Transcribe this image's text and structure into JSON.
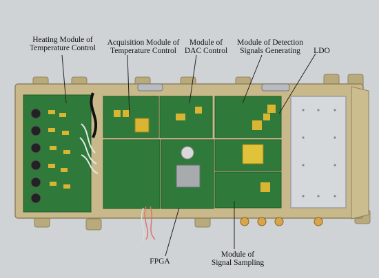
{
  "annotations": {
    "heating_module": {
      "line1": "Heating Module of",
      "line2": "Temperature Control"
    },
    "acquisition_module": {
      "line1": "Acquisition Module of",
      "line2": "Temperature Control"
    },
    "dac_module": {
      "line1": "Module of",
      "line2": "DAC Control"
    },
    "detection_module": {
      "line1": "Module of  Detection",
      "line2": "Signals Generating"
    },
    "ldo": {
      "text": "LDO"
    },
    "fpga": {
      "text": "FPGA"
    },
    "sampling_module": {
      "line1": "Module of",
      "line2": "Signal Sampling"
    }
  },
  "colors": {
    "background": "#cfd3d6",
    "chassis": "#c9b98a",
    "pcb": "#2f7a3a",
    "shield": "#d6d9dc",
    "chip_gold": "#d9b532",
    "leader_line": "#222222"
  }
}
